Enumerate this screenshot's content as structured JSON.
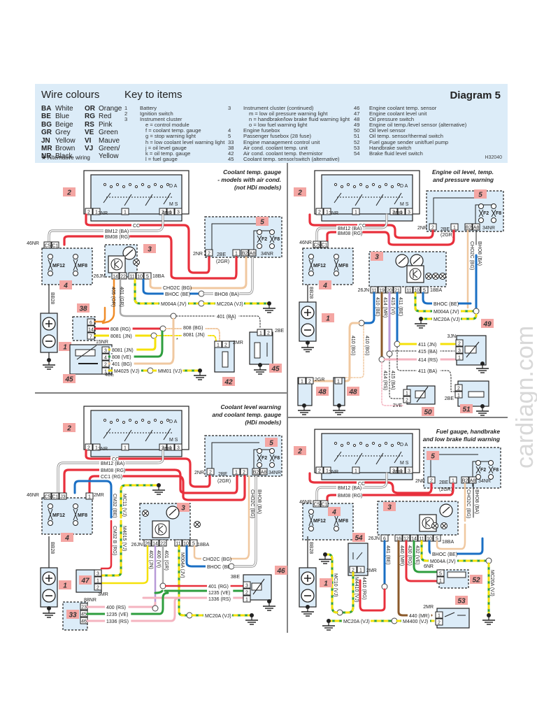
{
  "header": {
    "wire_colours_title": "Wire colours",
    "key_title": "Key to items",
    "diagram_title": "Diagram 5",
    "alternative_note": "★  Alternative wiring",
    "figure_code": "H32040",
    "wire_colours": [
      {
        "code": "BA",
        "name": "White",
        "code2": "OR",
        "name2": "Orange"
      },
      {
        "code": "BE",
        "name": "Blue",
        "code2": "RG",
        "name2": "Red"
      },
      {
        "code": "BG",
        "name": "Beige",
        "code2": "RS",
        "name2": "Pink"
      },
      {
        "code": "GR",
        "name": "Grey",
        "code2": "VE",
        "name2": "Green"
      },
      {
        "code": "JN",
        "name": "Yellow",
        "code2": "VI",
        "name2": "Mauve"
      },
      {
        "code": "MR",
        "name": "Brown",
        "code2": "VJ",
        "name2": "Green/"
      },
      {
        "code": "NR",
        "name": "Black",
        "code2": "",
        "name2": "Yellow"
      }
    ],
    "key_col1": [
      {
        "num": "1",
        "text": "Battery"
      },
      {
        "num": "2",
        "text": "Ignition switch"
      },
      {
        "num": "3",
        "text": "Instrument cluster"
      },
      {
        "num": "",
        "text": "e  =  control module"
      },
      {
        "num": "",
        "text": "f  =  coolant temp. gauge"
      },
      {
        "num": "",
        "text": "g  =  stop warning light"
      },
      {
        "num": "",
        "text": "h  =  low coolant level warning light"
      },
      {
        "num": "",
        "text": "j  =  oil level gauge"
      },
      {
        "num": "",
        "text": "k  =  oil temp. gauge"
      },
      {
        "num": "",
        "text": "l  =  fuel gauge"
      }
    ],
    "key_col2": [
      {
        "num": "3",
        "text": "Instrument cluster (continued)"
      },
      {
        "num": "",
        "text": "m  =  low oil pressure warning light"
      },
      {
        "num": "",
        "text": "n  =  handbrake/low brake fluid warning light"
      },
      {
        "num": "",
        "text": "o  =  low fuel warning light"
      },
      {
        "num": "4",
        "text": "Engine fusebox"
      },
      {
        "num": "5",
        "text": "Passenger fusebox (28 fuse)"
      },
      {
        "num": "33",
        "text": "Engine management control unit"
      },
      {
        "num": "38",
        "text": "Air cond. coolant temp. unit"
      },
      {
        "num": "42",
        "text": "Air cond. coolant temp. thermistor"
      },
      {
        "num": "45",
        "text": "Coolant temp. sensor/switch (alternative)"
      }
    ],
    "key_col3": [
      {
        "num": "46",
        "text": "Engine coolant temp. sensor"
      },
      {
        "num": "47",
        "text": "Engine coolant level unit"
      },
      {
        "num": "48",
        "text": "Oil pressure switch"
      },
      {
        "num": "49",
        "text": "Engine oil temp./level sensor (alternative)"
      },
      {
        "num": "50",
        "text": "Oil level sensor"
      },
      {
        "num": "51",
        "text": "Oil temp. sensor/thermal switch"
      },
      {
        "num": "52",
        "text": "Fuel gauge sender unit/fuel pump"
      },
      {
        "num": "53",
        "text": "Handbrake switch"
      },
      {
        "num": "54",
        "text": "Brake fluid level switch"
      }
    ]
  },
  "colors": {
    "header_bg": "#dcecf8",
    "component_bg": "#dcecf8",
    "tag_bg": "#f4a6a3",
    "RG": "#e8303c",
    "BE": "#1a6fc4",
    "BG": "#f0c8a0",
    "BA": "#c8c8c8",
    "JN": "#f5e10a",
    "VE": "#2e9e3e",
    "MR": "#8b5a2b",
    "VI": "#b89ad8",
    "RS": "#f4b4c0",
    "OR": "#f08c28",
    "GR": "#aaaaaa",
    "black": "#222222"
  },
  "panels": [
    {
      "title_lines": [
        "Coolant temp. gauge",
        "- models with air cond.",
        "(not HDi models)"
      ],
      "wires": [
        "CC",
        "BM12 (BA)",
        "BM08 (RG)",
        "CHO2C (BG)",
        "BHOC (BE)",
        "BHO8 (BA)",
        "M004A (JV)",
        "MC20A (VJ)",
        "401 (BA)",
        "808 (RG)",
        "808 (BG)",
        "8081 (JN)",
        "8081 (JN)",
        "8081 (JN)",
        "808 (VE)",
        "401 (BG)",
        "M4025 (VJ)",
        "MM01 (VJ)",
        "BB28",
        "405 (OR)",
        "401 (GR)"
      ],
      "connectors": [
        "2NR",
        "3NR",
        "46NR",
        "26JN",
        "18BA",
        "2NR",
        "2BE",
        "(2GR)",
        "34NR",
        "15NR",
        "4BE",
        "2MR",
        "2BE"
      ],
      "tags": [
        "2",
        "5",
        "3",
        "4",
        "38",
        "1",
        "45",
        "42",
        "45"
      ]
    },
    {
      "title_lines": [
        "Engine oil level, temp.",
        "and pressure warning"
      ],
      "wires": [
        "CC",
        "BM12 (BA)",
        "BM08 (RG)",
        "CHO2C (BG)",
        "BHO8 (BA)",
        "410 (BE)",
        "414 (MR)",
        "415 (VI)",
        "411 (BE)",
        "BHOC (BE)",
        "M004A (JV)",
        "MC20A (VJ)",
        "410 (BG)",
        "410 (BG)",
        "411 (JN)",
        "415 (BA)",
        "414 (RS)",
        "414 (RS)",
        "415 (BA)",
        "411 (BA)",
        "BB28"
      ],
      "connectors": [
        "2NR",
        "3NR",
        "46NR",
        "2NR",
        "2BE",
        "(2GR)",
        "34NR",
        "26JN",
        "18BA",
        "3JN",
        "2GR",
        "2VE",
        "2BE"
      ],
      "tags": [
        "2",
        "5",
        "4",
        "3",
        "1",
        "49",
        "48",
        "48",
        "50",
        "51"
      ]
    },
    {
      "title_lines": [
        "Coolant level warning",
        "and coolant temp. gauge",
        "(HDi models)"
      ],
      "wires": [
        "CC",
        "BM12 (BA)",
        "BM08 (RG)",
        "CC1 (RG)",
        "CM32 (BE)",
        "MC11 (VJ)",
        "CM32 B (RG)",
        "M4015 (VJ)",
        "402 (JN)",
        "400 (VI)",
        "401 (GR)",
        "M004A (JV)",
        "CHO2C (BG)",
        "BHO8 (BA)",
        "CHO2C (BG)",
        "BHOC (BE)",
        "401 (RG)",
        "1235 (VE)",
        "1336 (RS)",
        "400 (RS)",
        "1235 (VE)",
        "1336 (RS)",
        "MC20A (VJ)",
        "BB28"
      ],
      "connectors": [
        "2NR",
        "3NR",
        "46NR",
        "2MR",
        "2NR",
        "2BE",
        "(2GR)",
        "34NR",
        "26JN",
        "18BA",
        "3MR",
        "3BE",
        "88NR"
      ],
      "tags": [
        "2",
        "5",
        "4",
        "3",
        "1",
        "47",
        "46",
        "33"
      ]
    },
    {
      "title_lines": [
        "Fuel gauge, handbrake",
        "and low brake fluid warning"
      ],
      "wires": [
        "CC",
        "BM12 (BA)",
        "BM08 (RG)",
        "CHO2C (BG)",
        "BHO8 (BA)",
        "441 (BE)",
        "440 (MR)",
        "430 (RG)",
        "432 (VE)",
        "BHOC (BE)",
        "M004A (JV)",
        "MC20A (VJ)",
        "MC10 (VJ)",
        "M4410 (VJ)",
        "4410 (RG)",
        "440 (MR)",
        "MC20A (VJ)",
        "M4400 (VJ)",
        "BB28"
      ],
      "connectors": [
        "2NR",
        "3NR",
        "46NR",
        "2NR",
        "2BE",
        "(2GR)",
        "34NR",
        "26JN",
        "18BA",
        "2MR",
        "6NR",
        "2MR"
      ],
      "tags": [
        "2",
        "5",
        "4",
        "3",
        "54",
        "1",
        "52",
        "53"
      ]
    }
  ],
  "watermark": "cardiagn.com"
}
